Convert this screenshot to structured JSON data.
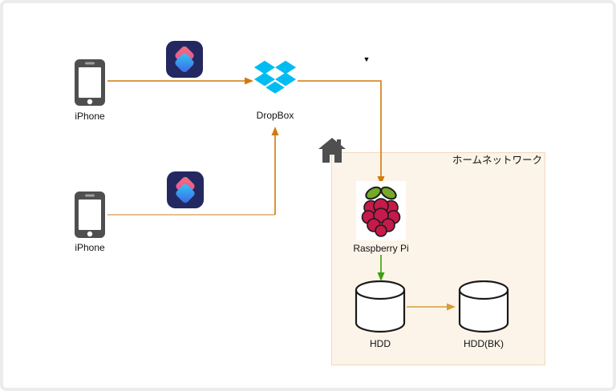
{
  "diagram": {
    "nodes": {
      "iphone_1": {
        "label": "iPhone"
      },
      "iphone_2": {
        "label": "iPhone"
      },
      "dropbox": {
        "label": "DropBox"
      },
      "raspberry_pi": {
        "label": "Raspberry Pi"
      },
      "hdd": {
        "label": "HDD"
      },
      "hdd_bk": {
        "label": "HDD(BK)"
      },
      "home_network": {
        "label": "ホームネットワーク"
      }
    },
    "glyphs": {
      "collapse_marker": "▼"
    },
    "icons": {
      "iphone": "iphone-icon",
      "shortcuts": "shortcuts-app-icon",
      "dropbox": "dropbox-icon",
      "home": "home-icon",
      "raspberry_pi": "raspberry-pi-icon",
      "hdd": "hdd-cylinder-icon"
    },
    "colors": {
      "arrow_orange": "#D2790B",
      "arrow_tan": "#D79B3B",
      "arrow_tan_light": "#DBAB6C",
      "arrow_green": "#3BA00F",
      "dropbox_blue": "#00BCF2",
      "icon_gray": "#4F4F4F",
      "box_fill": "#FCF4E9",
      "box_border": "#EFD9BE",
      "berry": "#C51A4A",
      "leaf": "#75A928",
      "outline": "#1A1A1A",
      "shortcuts_bg": "#232861",
      "frame_border": "#ECECEC",
      "text": "#111111"
    }
  }
}
